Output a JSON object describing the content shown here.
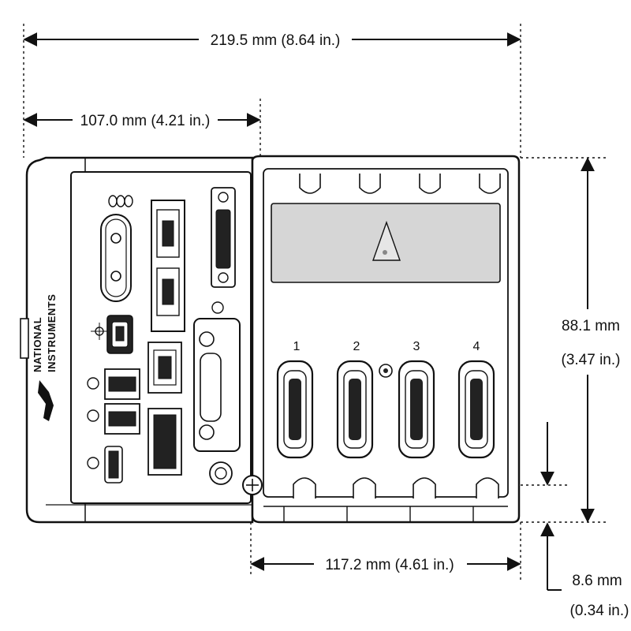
{
  "dimensions": {
    "overall_width": "219.5 mm (8.64 in.)",
    "controller_width": "107.0 mm (4.21 in.)",
    "chassis_width": "117.2 mm (4.61 in.)",
    "height_mm": "88.1 mm",
    "height_in": "(3.47 in.)",
    "offset_mm": "8.6 mm",
    "offset_in": "(0.34 in.)"
  },
  "logo": {
    "line1": "NATIONAL",
    "line2": "INSTRUMENTS"
  },
  "slots": [
    "1",
    "2",
    "3",
    "4"
  ],
  "colors": {
    "line": "#111111",
    "panel": "#ffffff",
    "shade": "#d6d6d6"
  }
}
